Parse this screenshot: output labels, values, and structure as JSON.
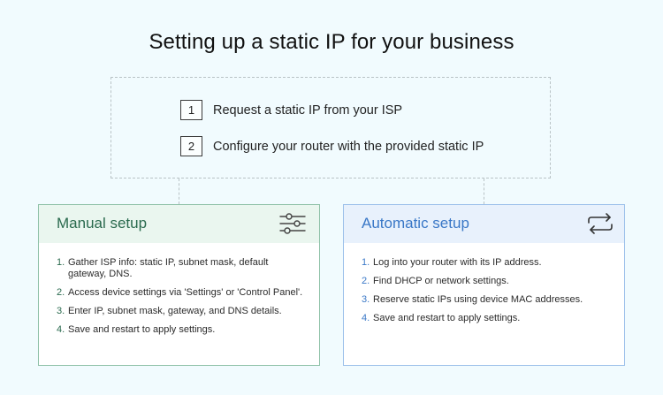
{
  "title": "Setting up a static IP for your business",
  "steps": [
    {
      "number": "1",
      "text": "Request a static IP from your ISP"
    },
    {
      "number": "2",
      "text": "Configure your router with the provided static IP"
    }
  ],
  "manual": {
    "title": "Manual setup",
    "icon": "sliders-icon",
    "items": [
      {
        "number": "1.",
        "text": "Gather ISP info: static IP, subnet mask, default gateway, DNS."
      },
      {
        "number": "2.",
        "text": "Access device settings via 'Settings' or 'Control Panel'."
      },
      {
        "number": "3.",
        "text": "Enter IP, subnet mask, gateway, and DNS details."
      },
      {
        "number": "4.",
        "text": "Save and restart to apply settings."
      }
    ]
  },
  "automatic": {
    "title": "Automatic setup",
    "icon": "sync-arrows-icon",
    "items": [
      {
        "number": "1.",
        "text": "Log into your router with its IP address."
      },
      {
        "number": "2.",
        "text": "Find DHCP or network settings."
      },
      {
        "number": "3.",
        "text": "Reserve static IPs using device MAC addresses."
      },
      {
        "number": "4.",
        "text": "Save and restart to apply settings."
      }
    ]
  },
  "colors": {
    "background": "#f1fbfe",
    "manual_accent": "#2a6a4e",
    "manual_border": "#8fc1a8",
    "automatic_accent": "#3a78c7",
    "automatic_border": "#9cc0ea",
    "dashed_line": "#b9c3c6"
  }
}
